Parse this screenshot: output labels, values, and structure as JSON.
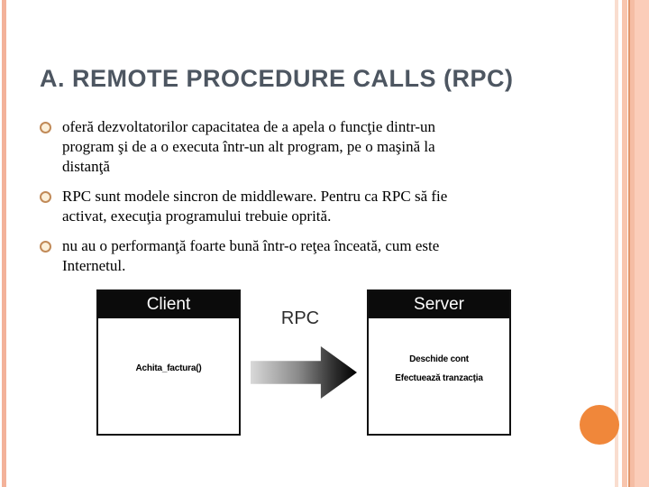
{
  "slide": {
    "title": "A. REMOTE PROCEDURE CALLS (RPC)",
    "bullets": [
      {
        "text": "oferă dezvoltatorilor capacitatea de a apela o funcţie dintr-un\nprogram şi de a o executa într-un alt program, pe o maşină la\ndistanţă"
      },
      {
        "text": "RPC sunt modele sincron de middleware. Pentru ca RPC să fie\nactivat, execuţia programului trebuie oprită."
      },
      {
        "text": "nu au o performanţă foarte bună într-o reţea înceată, cum este\nInternetul."
      }
    ]
  },
  "diagram": {
    "client_title": "Client",
    "client_body": "Achita_factura()",
    "arrow_label": "RPC",
    "server_title": "Server",
    "server_lines": [
      "Deschide cont",
      "Efectuează tranzacţia"
    ]
  },
  "colors": {
    "title_text": "#4d5661",
    "left_accent_stripe": "#f3b29a",
    "right_accent_dark_line": "#e09468",
    "right_accent_band": "#fbcdb9",
    "bullet_ring": "#c18a58",
    "box_header_bg": "#0b0b0b",
    "arrow_gradient_start": "#d9d9d9",
    "arrow_gradient_end": "#000000",
    "orange_circle": "#f0873a"
  }
}
